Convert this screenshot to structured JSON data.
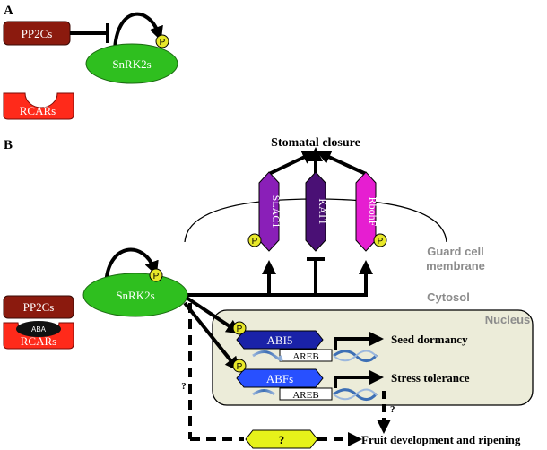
{
  "panel_a": {
    "label": "A",
    "pp2cs": "PP2Cs",
    "snrk2s": "SnRK2s",
    "rcars": "RCARs",
    "phospho": "P"
  },
  "panel_b": {
    "label": "B",
    "stomatal_closure": "Stomatal closure",
    "channels": [
      "SLAC1",
      "KAT1",
      "RbohF"
    ],
    "guard_cell_membrane_line1": "Guard cell",
    "guard_cell_membrane_line2": "membrane",
    "cytosol": "Cytosol",
    "nucleus": "Nucleus",
    "pp2cs": "PP2Cs",
    "aba": "ABA",
    "rcars": "RCARs",
    "snrk2s": "SnRK2s",
    "abi5": "ABI5",
    "abfs": "ABFs",
    "areb": "AREB",
    "seed_dormancy": "Seed dormancy",
    "stress_tolerance": "Stress tolerance",
    "fruit_development": "Fruit development and ripening",
    "unknown": "?",
    "phospho": "P"
  },
  "colors": {
    "pp2c_fill": "#8b1a0e",
    "rcar_fill": "#ff2a1a",
    "snrk2_fill": "#2fbf1f",
    "phospho_fill": "#e8e82a",
    "slac1_fill": "#8a1fb8",
    "kat1_fill": "#4a1075",
    "rbohf_fill": "#e61ed1",
    "abi5_fill": "#1a22a8",
    "abfs_fill": "#2850ff",
    "nucleus_fill": "#ececd9",
    "unknown_fill": "#e6f21a",
    "gray_text": "#8c8c8c"
  }
}
